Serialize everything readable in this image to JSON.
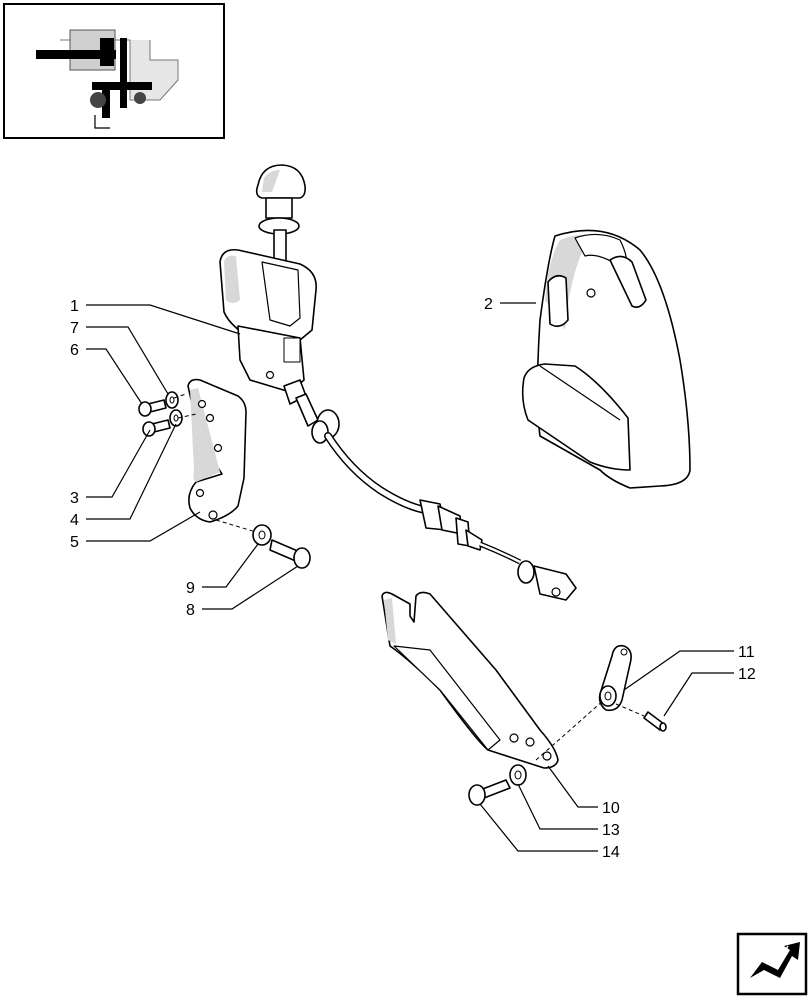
{
  "callouts": [
    {
      "id": "c1",
      "label": "1"
    },
    {
      "id": "c2",
      "label": "2"
    },
    {
      "id": "c3",
      "label": "3"
    },
    {
      "id": "c4",
      "label": "4"
    },
    {
      "id": "c5",
      "label": "5"
    },
    {
      "id": "c6",
      "label": "6"
    },
    {
      "id": "c7",
      "label": "7"
    },
    {
      "id": "c8",
      "label": "8"
    },
    {
      "id": "c9",
      "label": "9"
    },
    {
      "id": "c10",
      "label": "10"
    },
    {
      "id": "c11",
      "label": "11"
    },
    {
      "id": "c12",
      "label": "12"
    },
    {
      "id": "c13",
      "label": "13"
    },
    {
      "id": "c14",
      "label": "14"
    }
  ],
  "icons": {
    "thumbnail": "tractor-location-thumbnail-icon",
    "navigation": "next-page-arrow-icon"
  }
}
